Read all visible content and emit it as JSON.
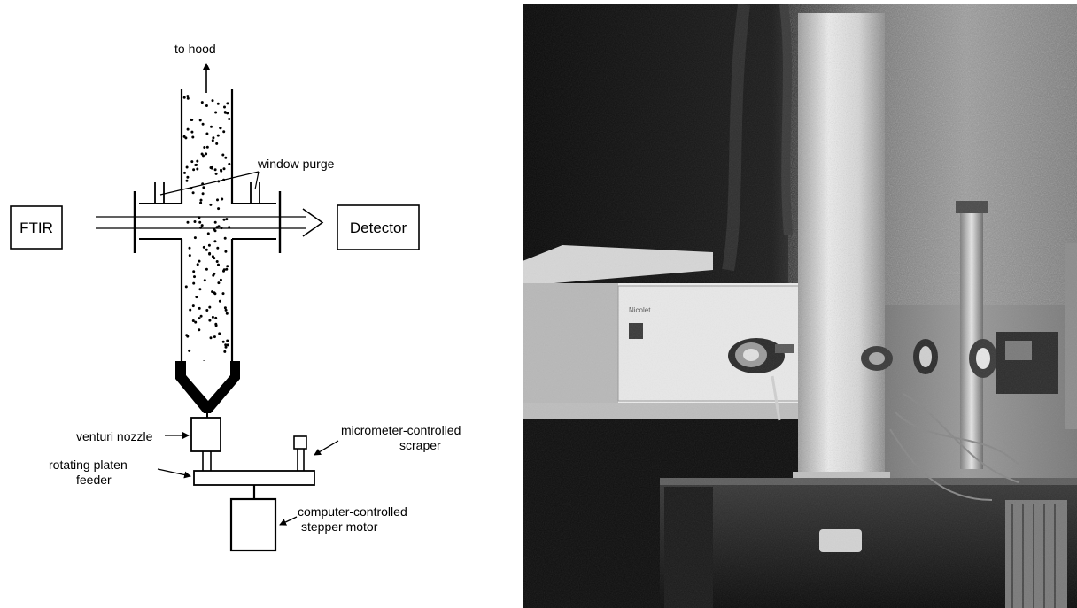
{
  "schematic": {
    "labels": {
      "to_hood": "to hood",
      "window_purge": "window purge",
      "ftir": "FTIR",
      "detector": "Detector",
      "venturi_nozzle": "venturi nozzle",
      "micrometer_scraper": [
        "micrometer-controlled",
        "scraper"
      ],
      "rotating_platen": [
        "rotating platen",
        "feeder"
      ],
      "stepper_motor": [
        "computer-controlled",
        "stepper motor"
      ]
    }
  },
  "photo": {
    "instrument_plate_text": "Nicolet"
  }
}
